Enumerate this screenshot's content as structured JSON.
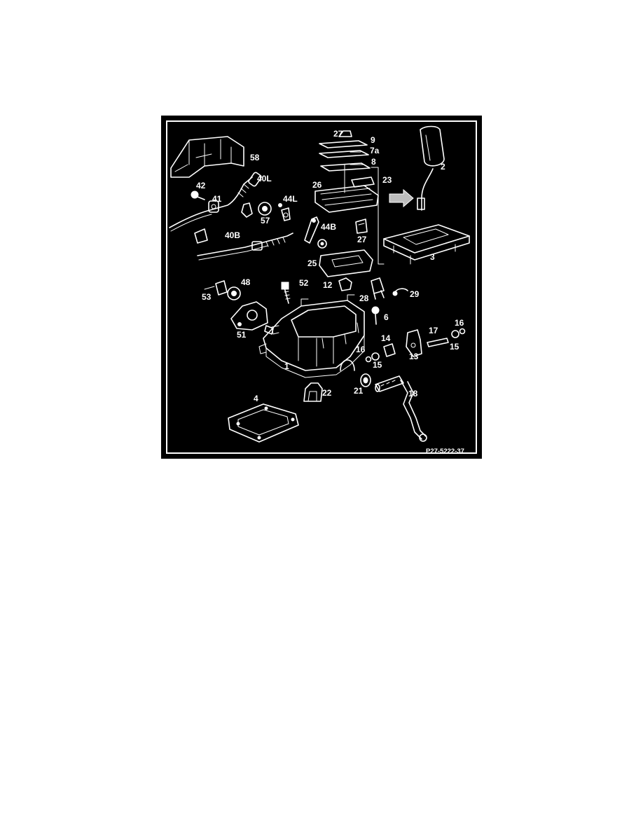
{
  "figure": {
    "reference": "P27-5222-37",
    "callouts": [
      "58",
      "42",
      "41",
      "40L",
      "44L",
      "57",
      "40B",
      "44B",
      "27",
      "9",
      "7a",
      "8",
      "26",
      "23",
      "2",
      "25",
      "3",
      "52",
      "12",
      "28",
      "29",
      "48",
      "53",
      "6",
      "51",
      "14",
      "17",
      "16",
      "15",
      "13",
      "1",
      "16",
      "15",
      "21",
      "22",
      "18",
      "4",
      "27"
    ],
    "border_color": "#ffffff",
    "background_color": "#000000"
  }
}
